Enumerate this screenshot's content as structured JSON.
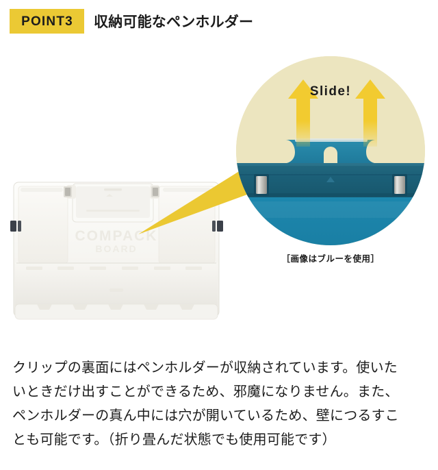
{
  "header": {
    "badge_label": "POINT3",
    "title": "収納可能なペンホルダー",
    "badge_color": "#ebc934",
    "text_color": "#1c1c1c"
  },
  "illustration": {
    "product": {
      "emboss_line1": "COMPACK",
      "emboss_line2": "BOARD",
      "body_color": "#f5f4f0",
      "hinge_color": "#3b4049"
    },
    "pointer": {
      "color": "#ebc832",
      "icon": "pointer-wedge-icon"
    },
    "inset": {
      "background_color": "#ece5bf",
      "slide_label": "Slide!",
      "arrow_color": "#f2cb30",
      "arrow_icon": "up-arrow-icon",
      "board_color": "#1b87ae",
      "clip_color": "#1b5f77",
      "penholder_color": "#2183a6",
      "latch_color": "#c9c9c4",
      "caption": "［画像はブルーを使用］"
    }
  },
  "body": {
    "lines": [
      "クリップの裏面にはペンホルダーが収納されています。使いた",
      "いときだけ出すことができるため、邪魔になりません。また、",
      "ペンホルダーの真ん中には穴が開いているため、壁につるすこ",
      "とも可能です。（折り畳んだ状態でも使用可能です）"
    ]
  }
}
